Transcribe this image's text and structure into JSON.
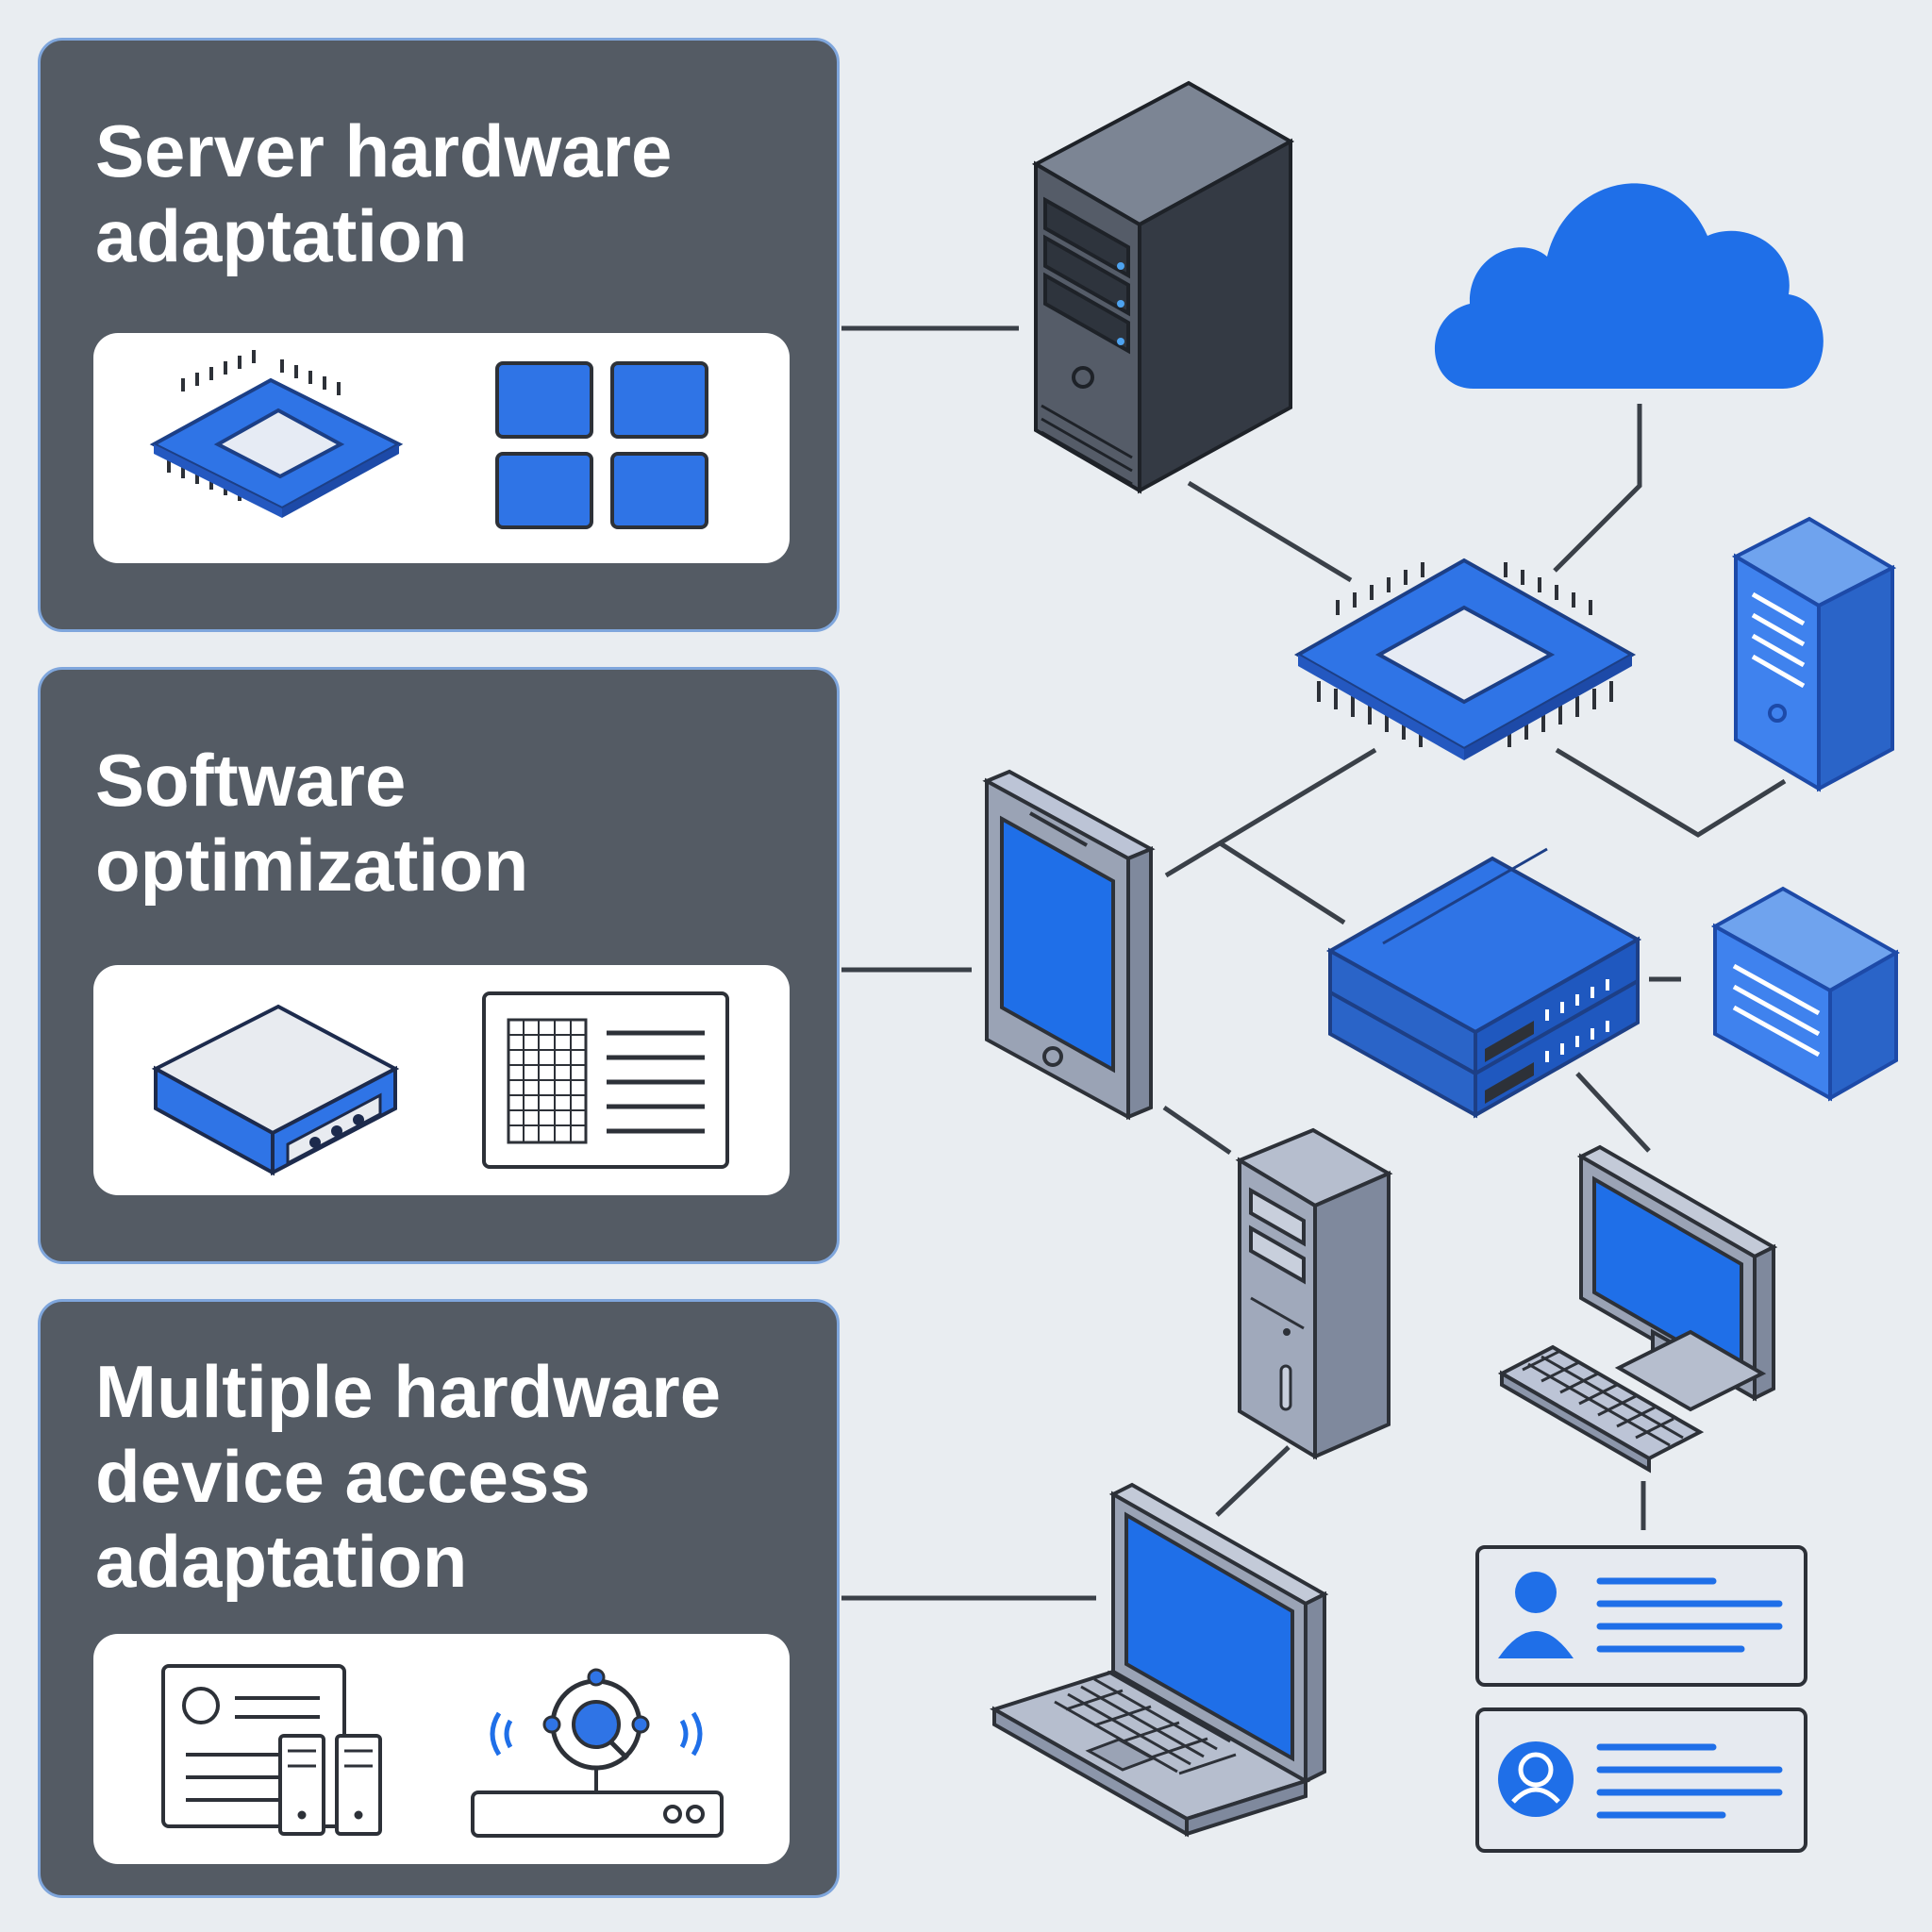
{
  "panels": [
    {
      "title": "Server hardware\nadaptation",
      "icons": [
        "cpu-chip-icon",
        "grid-blocks-icon"
      ]
    },
    {
      "title": "Software\noptimization",
      "icons": [
        "network-box-icon",
        "app-window-icon"
      ]
    },
    {
      "title": "Multiple hardware\ndevice access\nadaptation",
      "icons": [
        "devices-list-icon",
        "wireless-sensor-icon"
      ]
    }
  ],
  "network_nodes": [
    "server-tower-icon",
    "cloud-icon",
    "cpu-hub-icon",
    "blue-tower-icon",
    "tablet-icon",
    "switch-stack-icon",
    "storage-box-icon",
    "pc-tower-icon",
    "desktop-monitor-icon",
    "keyboard-icon",
    "laptop-icon",
    "user-card-icon",
    "user-profile-card-icon"
  ],
  "colors": {
    "background": "#e9edf1",
    "panel": "#545b64",
    "panel_border": "#7fa6dc",
    "accent_blue": "#2f74e6",
    "bright_blue": "#1f6fe8",
    "dark_outline": "#2d3138",
    "gray_device": "#9aa3b5"
  }
}
